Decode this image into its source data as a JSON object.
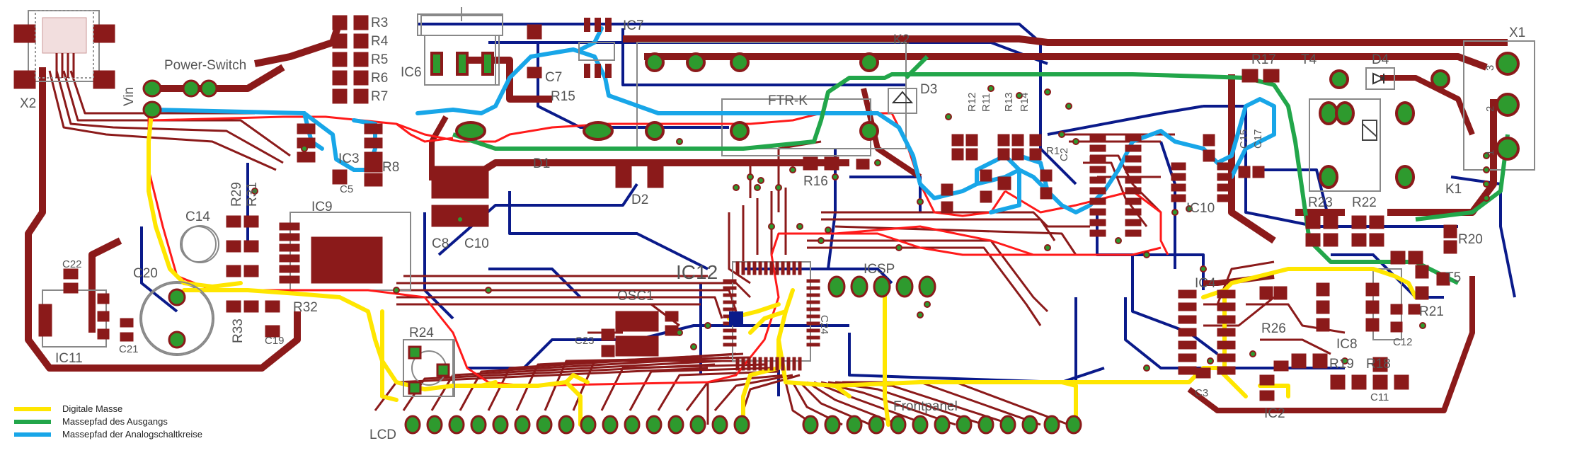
{
  "colors": {
    "top_trace": "#8b1a1a",
    "bottom_trace": "#0a1a8a",
    "pad": "#8b1a1a",
    "via_ring": "#2e9a2e",
    "legend_yellow": "#ffe600",
    "legend_green": "#22a64a",
    "legend_blue": "#18a6e8",
    "overlay_red": "#ff1a1a",
    "silk": "#666666"
  },
  "labels": {
    "x2": "X2",
    "vin": "Vin",
    "power_switch": "Power-Switch",
    "r3": "R3",
    "r4": "R4",
    "r5": "R5",
    "r6": "R6",
    "r7": "R7",
    "ic6": "IC6",
    "ic7": "IC7",
    "c7": "C7",
    "r15": "R15",
    "d1": "D1",
    "d2": "D2",
    "d3": "D3",
    "d4": "D4",
    "k1": "K1",
    "k2": "K2",
    "ftr": "FTR-K",
    "r17": "R17",
    "t4": "T4",
    "x1": "X1",
    "ic3": "IC3",
    "c5": "C5",
    "r8": "R8",
    "c8": "C8",
    "c10": "C10",
    "r16": "R16",
    "c14": "C14",
    "r29": "R29",
    "r31": "R31",
    "ic9": "IC9",
    "c22": "C22",
    "c20": "C20",
    "r32": "R32",
    "r33": "R33",
    "c19": "C19",
    "c21": "C21",
    "ic11": "IC11",
    "r24": "R24",
    "c23": "C23",
    "osc1": "OSC1",
    "ic12": "IC12",
    "icsp": "ICSP",
    "c24": "C24",
    "r12": "R12",
    "r11": "R11",
    "r13": "R13",
    "r14": "R14",
    "r1": "R1",
    "c2": "C2",
    "c15": "C15",
    "c17": "C17",
    "ic10": "IC10",
    "r23": "R23",
    "r22": "R22",
    "r20": "R20",
    "t5": "T5",
    "ic4": "IC4",
    "r26": "R26",
    "ic8": "IC8",
    "r21": "R21",
    "c12": "C12",
    "r19": "R19",
    "r18": "R18",
    "c11": "C11",
    "c3": "C3",
    "ic2": "IC2",
    "lcd": "LCD",
    "frontpanel": "Frontpanel",
    "pin1": "1",
    "pin2": "2",
    "pin3": "3"
  },
  "legend": {
    "digital_ground": "Digitale Masse",
    "output_ground": "Massepfad des Ausgangs",
    "analog_ground": "Massepfad der Analogschaltkreise"
  }
}
